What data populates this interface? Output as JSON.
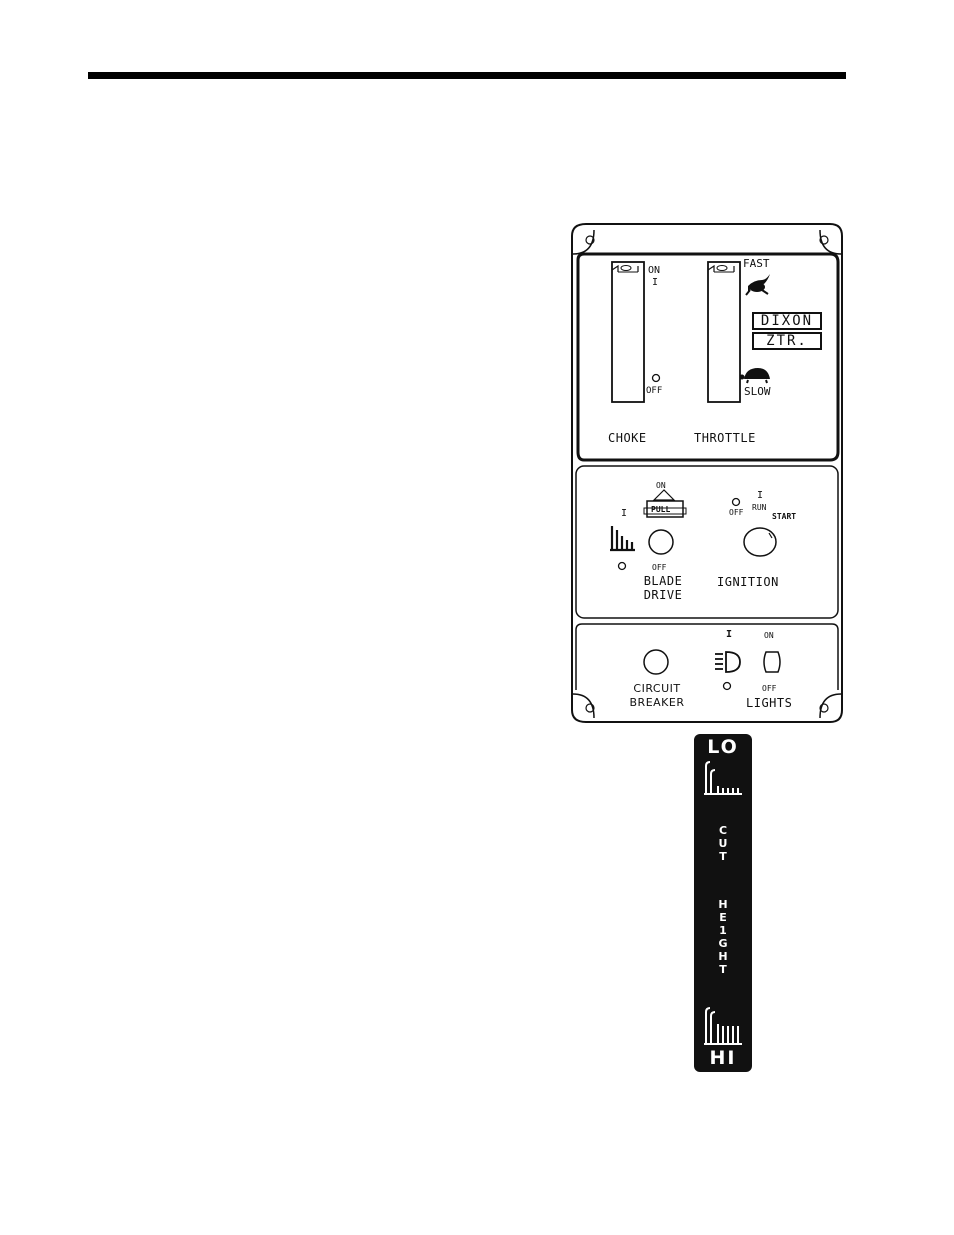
{
  "choke": {
    "title": "CHOKE",
    "on_label": "ON",
    "on_mark": "I",
    "off_label": "OFF"
  },
  "throttle": {
    "title": "THROTTLE",
    "fast_label": "FAST",
    "slow_label": "SLOW"
  },
  "logo": {
    "line1": "DIXON",
    "line2": "ZTR."
  },
  "blade_drive": {
    "title_line1": "BLADE",
    "title_line2": "DRIVE",
    "on_label": "ON",
    "on_mark": "I",
    "pull_label": "PULL",
    "off_label": "OFF"
  },
  "ignition": {
    "title": "IGNITION",
    "off_label": "OFF",
    "run_mark": "I",
    "run_label": "RUN",
    "start_label": "START"
  },
  "circuit_breaker": {
    "title_line1": "CIRCUIT",
    "title_line2": "BREAKER"
  },
  "lights": {
    "title": "LIGHTS",
    "on_label": "ON",
    "on_mark": "I",
    "off_label": "OFF"
  },
  "cut_height": {
    "lo_label": "LO",
    "cut_letters": [
      "C",
      "U",
      "T"
    ],
    "height_letters": [
      "H",
      "E",
      "1",
      "G",
      "H",
      "T"
    ],
    "hi_label": "HI"
  },
  "icons": [
    "rabbit-icon",
    "turtle-icon",
    "blade-icon",
    "headlight-icon",
    "grass-short-icon",
    "grass-tall-icon"
  ]
}
